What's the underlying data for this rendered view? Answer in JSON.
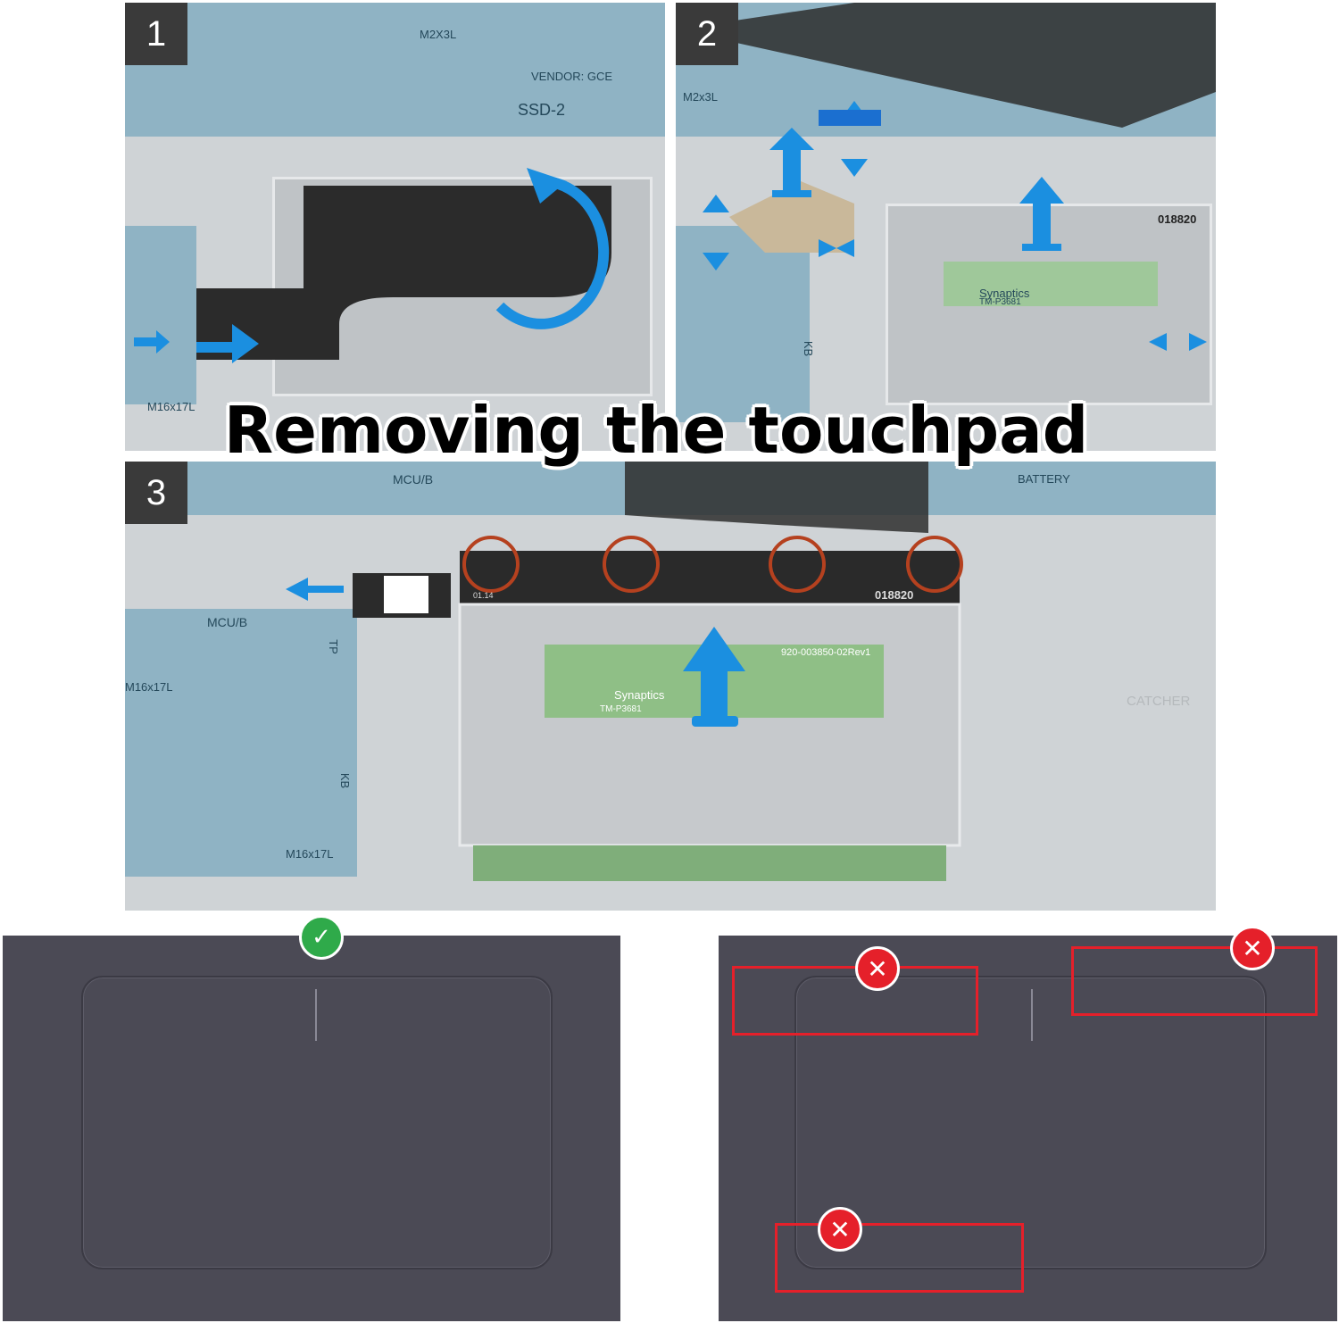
{
  "title": "Removing the touchpad",
  "steps": [
    {
      "number": "1",
      "labels": {
        "ssd": "SSD-2",
        "vendor": "VENDOR: GCE",
        "m2": "M2X3L",
        "screw": "M16x17L"
      }
    },
    {
      "number": "2",
      "labels": {
        "m2": "M2x3L",
        "kb": "KB",
        "code": "018820",
        "synaptics": "Synaptics",
        "model": "TM-P3681"
      }
    },
    {
      "number": "3",
      "labels": {
        "mcu_top": "MCU/B",
        "battery": "BATTERY",
        "mcu": "MCU/B",
        "tp": "TP",
        "kb": "KB",
        "screw1": "M16x17L",
        "screw2": "M16x17L",
        "code": "018820",
        "rev": "01.14",
        "part": "920-003850-02Rev1",
        "synaptics": "Synaptics",
        "model": "TM-P3681",
        "catcher": "CATCHER"
      }
    }
  ],
  "comparison": {
    "correct": {
      "status": "check-icon"
    },
    "incorrect": {
      "status": "x-icon",
      "marks": 3
    }
  },
  "colors": {
    "arrow": "#1b8fe0",
    "screw_circle": "#b5411f",
    "ok": "#2faa4a",
    "bad": "#e5202a",
    "pad": "#4b4a55"
  }
}
